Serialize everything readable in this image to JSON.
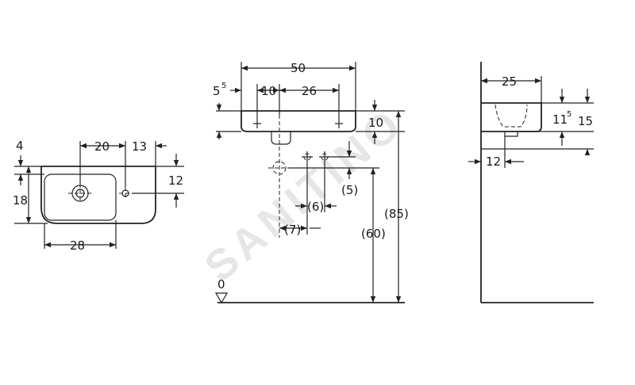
{
  "watermark": "SANITINO",
  "plan_view": {
    "dims": {
      "top_offset": "4",
      "tap_distance": "20",
      "overflow_distance": "13",
      "height": "18",
      "right_height": "12",
      "bowl_width": "28"
    }
  },
  "front_view": {
    "dims": {
      "overall_width": "50",
      "left_offset_base": "5",
      "left_offset_sup": "5",
      "tap_offset": "10",
      "tap_spacing": "26",
      "thickness": "10",
      "pipe_vertical": "(5)",
      "pipe_spacing": "(6)",
      "pipe_offset": "(7)",
      "waste_height": "(60)",
      "rim_height": "(85)",
      "floor_level": "0"
    }
  },
  "side_view": {
    "dims": {
      "depth": "25",
      "inner_depth_base": "11",
      "inner_depth_sup": "5",
      "outer_depth": "15",
      "wall_offset": "12"
    }
  }
}
